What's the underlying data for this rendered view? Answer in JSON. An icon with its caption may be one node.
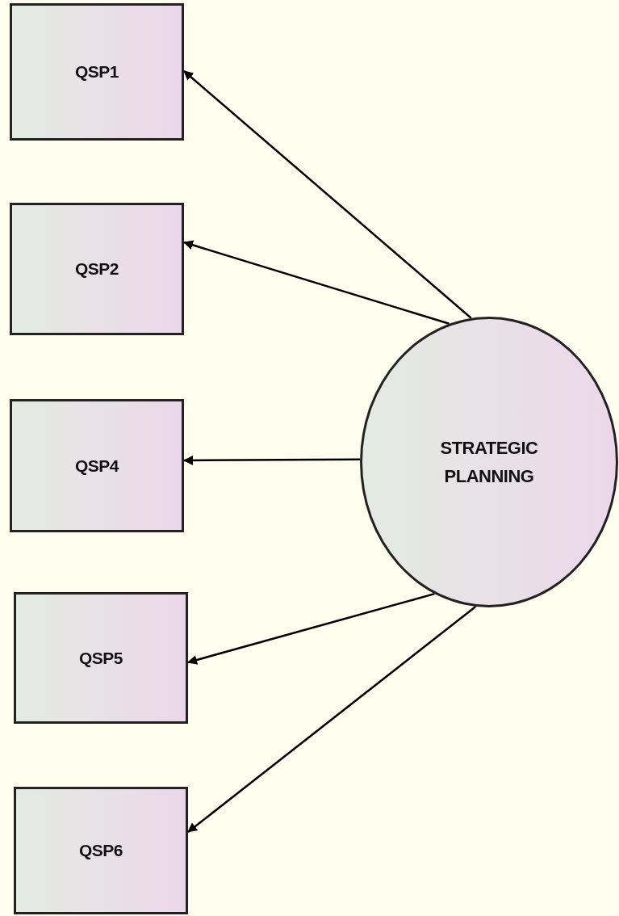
{
  "diagram": {
    "nodes": [
      {
        "text": [
          "QSP1"
        ]
      },
      {
        "text": [
          "QSP2"
        ]
      },
      {
        "text": [
          "QSP4"
        ]
      },
      {
        "text": [
          "QSP5"
        ]
      },
      {
        "text": [
          "QSP6"
        ]
      },
      {
        "text": [
          "STRATEGIC PLANNING"
        ]
      }
    ],
    "edges": [
      {
        "from": 5,
        "to": 0,
        "arrow": "to"
      },
      {
        "from": 5,
        "to": 1,
        "arrow": "to"
      },
      {
        "from": 5,
        "to": 2,
        "arrow": "to"
      },
      {
        "from": 5,
        "to": 3,
        "arrow": "to"
      },
      {
        "from": 5,
        "to": 4,
        "arrow": "to"
      }
    ]
  }
}
